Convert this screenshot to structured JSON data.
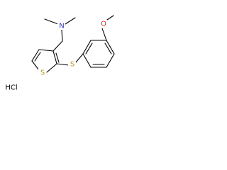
{
  "molecule": {
    "atoms": {
      "n": {
        "symbol": "N",
        "color": "#2b2bd6"
      },
      "s_thioether": {
        "symbol": "S",
        "color": "#b8a000"
      },
      "s_ring": {
        "symbol": "S",
        "color": "#b8a000"
      },
      "o_methoxy": {
        "symbol": "O",
        "color": "#e01b1b"
      }
    },
    "salt": {
      "label": "HCl",
      "color": "#000000"
    }
  }
}
